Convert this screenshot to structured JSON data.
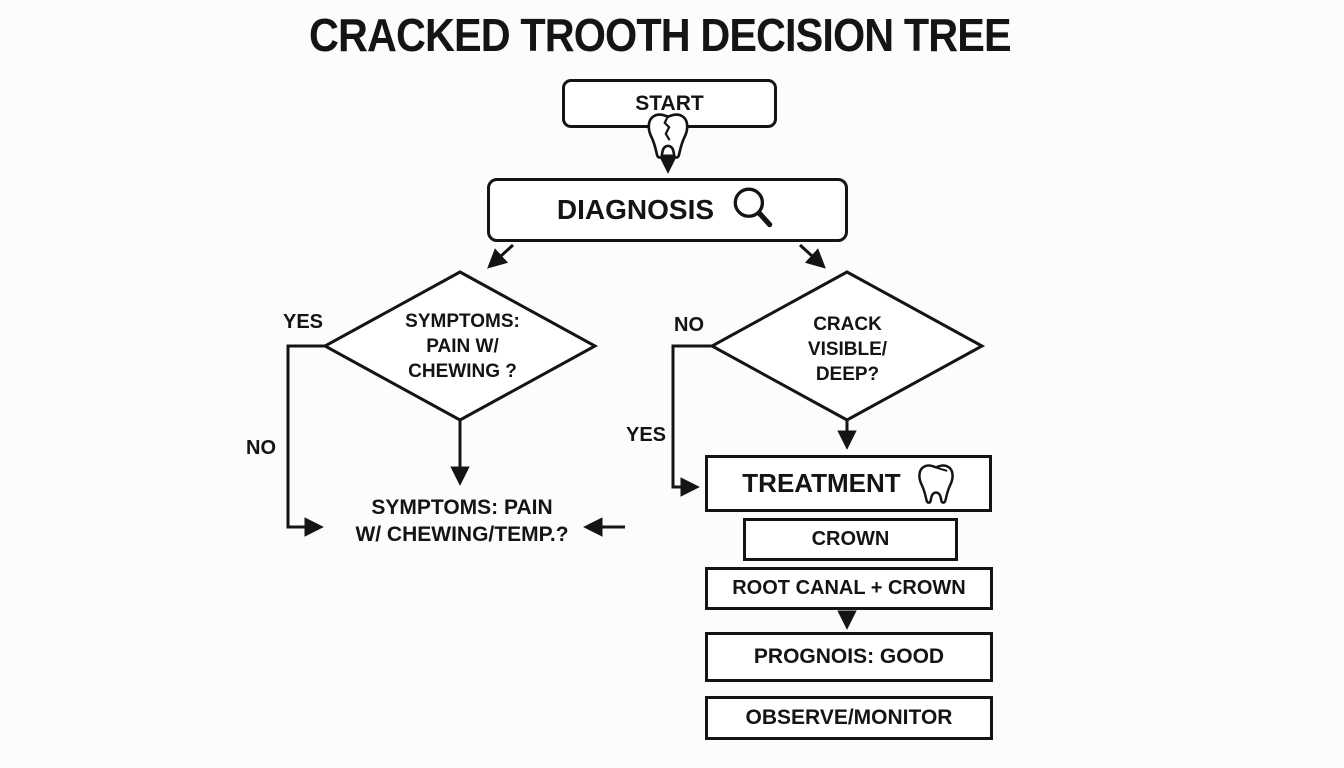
{
  "title": "CRACKED TROOTH DECISION TREE",
  "colors": {
    "line": "#141414",
    "text": "#141414",
    "node_fill": "#ffffff",
    "background": "#fcfcfc"
  },
  "nodes": {
    "start": {
      "label": "START",
      "icon": "cracked-tooth-icon"
    },
    "diagnosis": {
      "label": "DIAGNOSIS",
      "icon": "magnifying-glass-icon"
    },
    "symptoms_decision": {
      "line1": "SYMPTOMS:",
      "line2": "PAIN W/",
      "line3": "CHEWING ?"
    },
    "crack_decision": {
      "line1": "CRACK",
      "line2": "VISIBLE/",
      "line3": "DEEP?"
    },
    "symptoms_result": {
      "line1": "SYMPTOMS: PAIN",
      "line2": "W/ CHEWING/TEMP.?"
    },
    "treatment": {
      "label": "TREATMENT",
      "icon": "tooth-icon"
    },
    "crown": {
      "label": "CROWN"
    },
    "root_canal_crown": {
      "label": "ROOT CANAL + CROWN"
    },
    "prognosis": {
      "label": "PROGNOIS: GOOD"
    },
    "observe": {
      "label": "OBSERVE/MONITOR"
    }
  },
  "edge_labels": {
    "symptoms_yes": "YES",
    "symptoms_no": "NO",
    "crack_no": "NO",
    "crack_yes": "YES"
  }
}
